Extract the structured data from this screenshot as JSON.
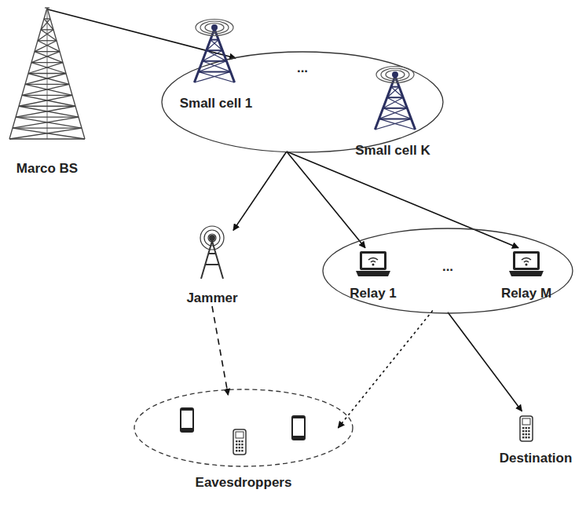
{
  "diagram": {
    "nodes": [
      {
        "text": [
          "Marco BS"
        ]
      },
      {
        "text": [
          "..."
        ]
      },
      {
        "text": [
          "Small cell 1"
        ],
        "in": 1
      },
      {
        "text": [
          "Small cell K"
        ],
        "in": 1
      },
      {
        "text": [
          "Jammer"
        ]
      },
      {
        "text": [
          "..."
        ]
      },
      {
        "text": [
          "Relay 1"
        ],
        "in": 5
      },
      {
        "text": [
          "Relay M"
        ],
        "in": 5
      },
      {
        "text": [
          "Eavesdroppers"
        ]
      },
      {
        "text": [
          "Destination"
        ]
      }
    ],
    "edges": [
      {
        "from": 0,
        "to": 1,
        "arrow": "to"
      },
      {
        "from": 1,
        "to": 4,
        "arrow": "to"
      },
      {
        "from": 1,
        "to": 6,
        "arrow": "to"
      },
      {
        "from": 1,
        "to": 7,
        "arrow": "to"
      },
      {
        "from": 4,
        "to": 8,
        "arrow": "to"
      },
      {
        "from": 5,
        "to": 8,
        "arrow": "to"
      },
      {
        "from": 5,
        "to": 9,
        "arrow": "to"
      }
    ]
  }
}
